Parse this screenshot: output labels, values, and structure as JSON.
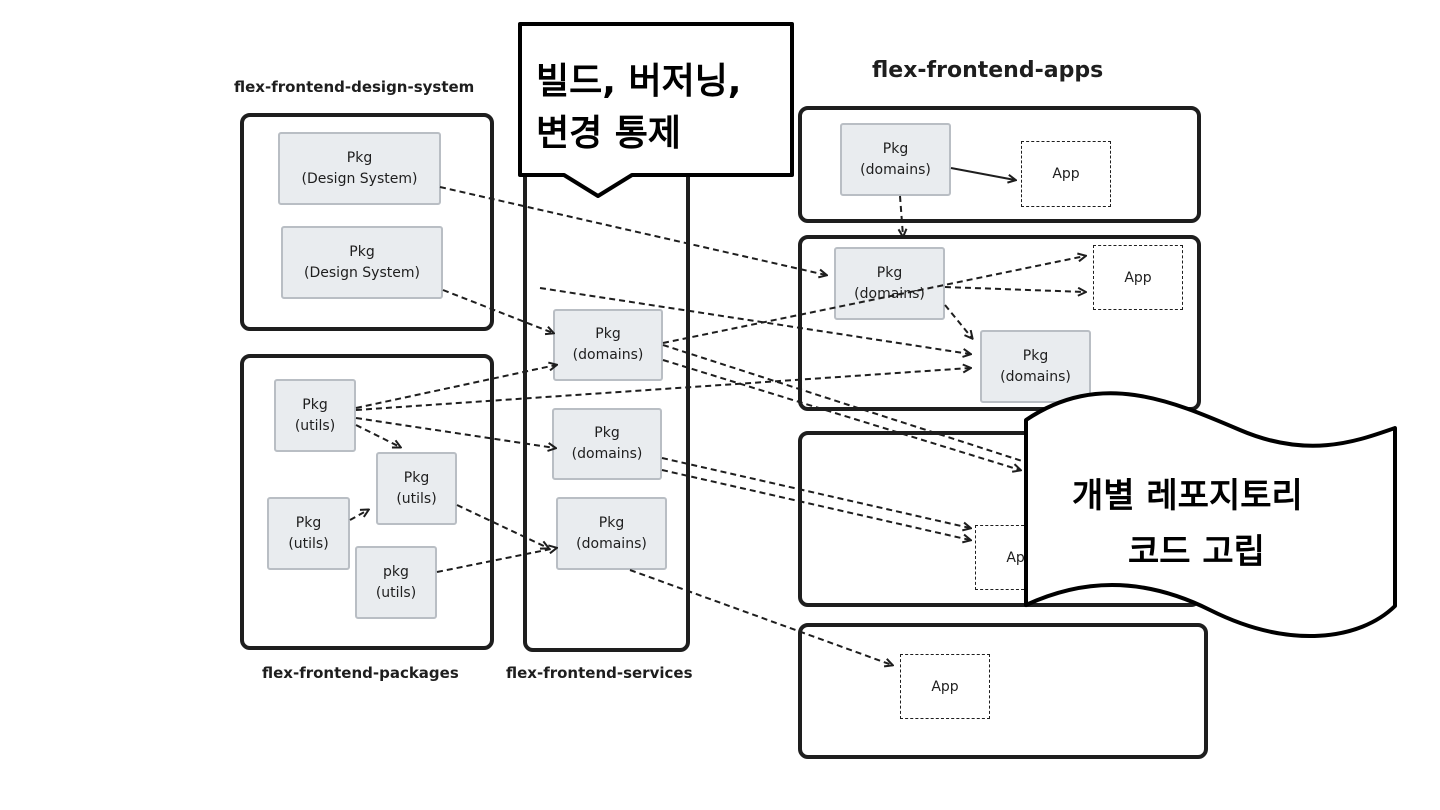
{
  "groups": {
    "design_system": "flex-frontend-design-system",
    "packages": "flex-frontend-packages",
    "services": "flex-frontend-services",
    "apps": "flex-frontend-apps"
  },
  "nodes": {
    "ds1": {
      "title": "Pkg",
      "sub": "(Design System)"
    },
    "ds2": {
      "title": "Pkg",
      "sub": "(Design System)"
    },
    "u1": {
      "title": "Pkg",
      "sub": "(utils)"
    },
    "u2": {
      "title": "Pkg",
      "sub": "(utils)"
    },
    "u3": {
      "title": "Pkg",
      "sub": "(utils)"
    },
    "u4": {
      "title": "pkg",
      "sub": "(utils)"
    },
    "s1": {
      "title": "Pkg",
      "sub": "(domains)"
    },
    "s2": {
      "title": "Pkg",
      "sub": "(domains)"
    },
    "s3": {
      "title": "Pkg",
      "sub": "(domains)"
    },
    "a1": {
      "title": "Pkg",
      "sub": "(domains)"
    },
    "a2": {
      "title": "Pkg",
      "sub": "(domains)"
    },
    "a3": {
      "title": "Pkg",
      "sub": "(domains)"
    }
  },
  "apps": {
    "app1": "App",
    "app2": "App",
    "app3": "App",
    "app4": "App"
  },
  "callouts": {
    "build": {
      "line1": "빌드, 버저닝,",
      "line2": "변경 통제"
    },
    "isolation": {
      "line1": "개별 레포지토리",
      "line2": "코드 고립"
    }
  }
}
